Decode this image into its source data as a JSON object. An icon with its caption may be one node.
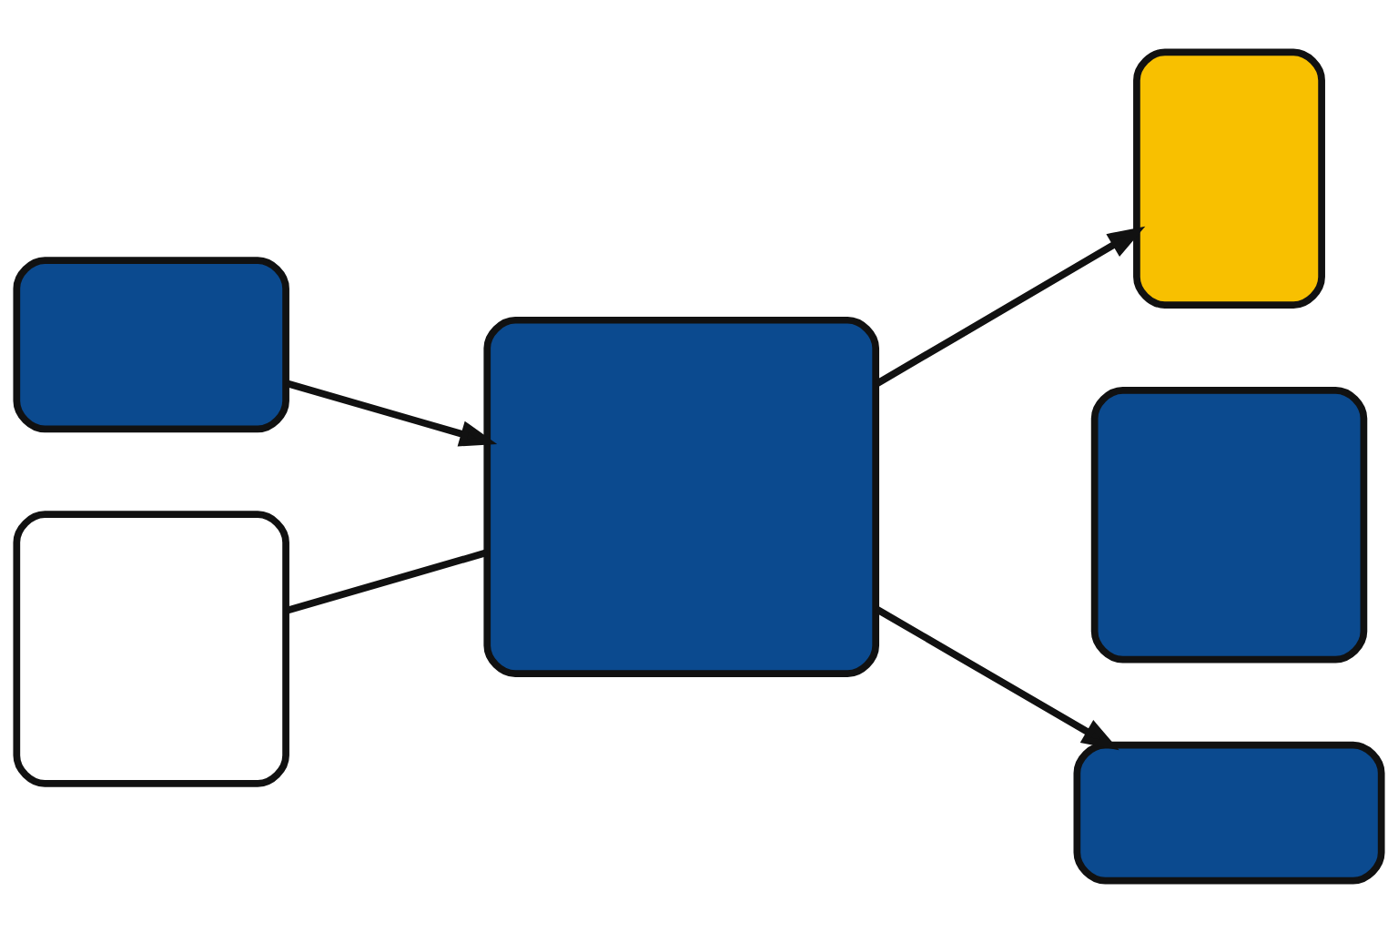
{
  "diagram": {
    "nodes": [
      {
        "text": [],
        "shape": "box"
      },
      {
        "text": [],
        "shape": "box"
      },
      {
        "text": [],
        "shape": "box"
      },
      {
        "text": [],
        "shape": "box"
      },
      {
        "text": [],
        "shape": "box"
      },
      {
        "text": [],
        "shape": "box"
      }
    ],
    "edges": [
      {
        "from": 0,
        "to": 2,
        "arrow": "to"
      },
      {
        "from": 1,
        "to": 2,
        "arrow": "none"
      },
      {
        "from": 2,
        "to": 3,
        "arrow": "to"
      },
      {
        "from": 2,
        "to": 5,
        "arrow": "to"
      }
    ]
  }
}
